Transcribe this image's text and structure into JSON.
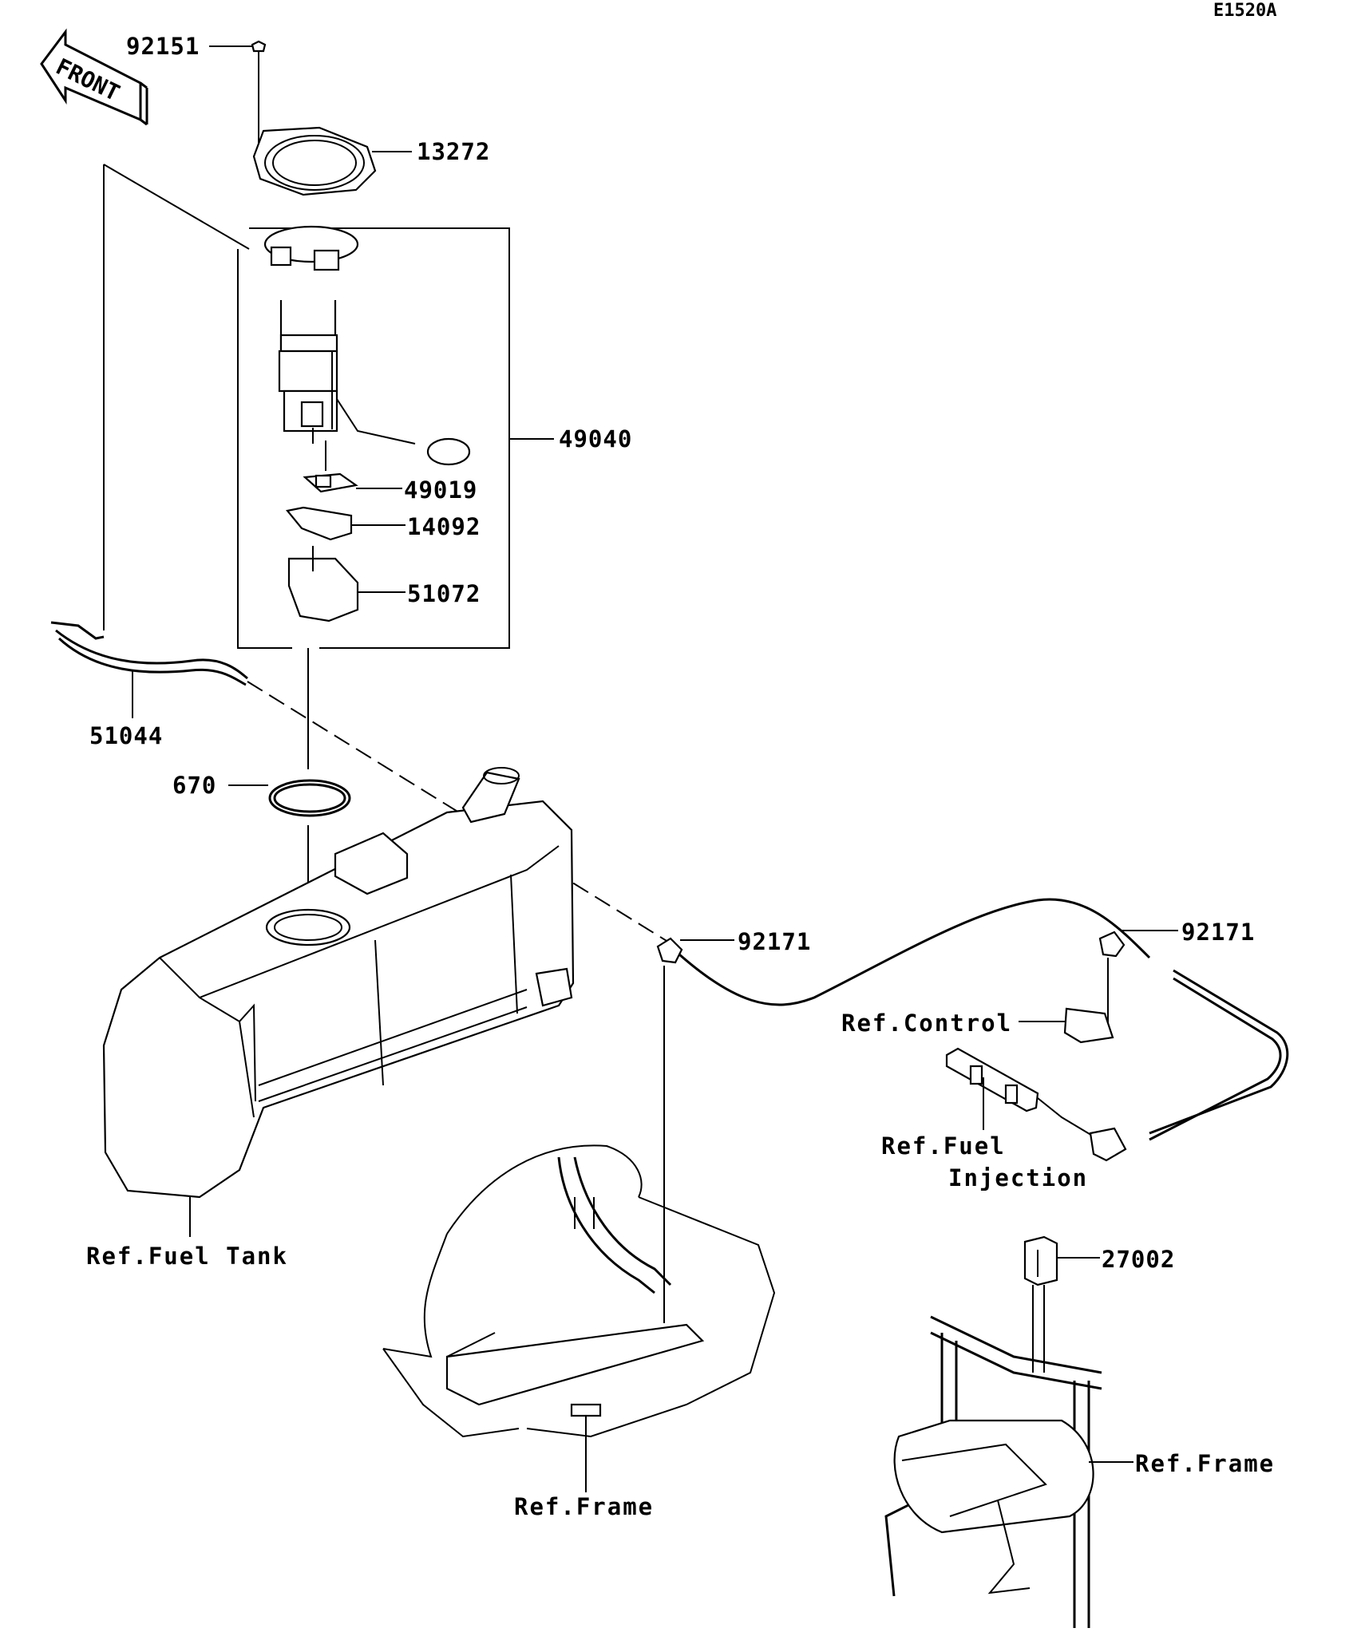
{
  "diagram_code": "E1520A",
  "front_label": "FRONT",
  "parts": {
    "bolt_92151": "92151",
    "plate_13272": "13272",
    "pump_assy_49040": "49040",
    "filter_49019": "49019",
    "bracket_14092": "14092",
    "cup_51072": "51072",
    "hose_51044": "51044",
    "oring_670": "670",
    "clamp_92171_a": "92171",
    "clamp_92171_b": "92171",
    "relay_27002": "27002"
  },
  "refs": {
    "control": "Ref.Control",
    "fuel_injection_line1": "Ref.Fuel",
    "fuel_injection_line2": "Injection",
    "fuel_tank": "Ref.Fuel Tank",
    "frame_center": "Ref.Frame",
    "frame_right": "Ref.Frame"
  }
}
